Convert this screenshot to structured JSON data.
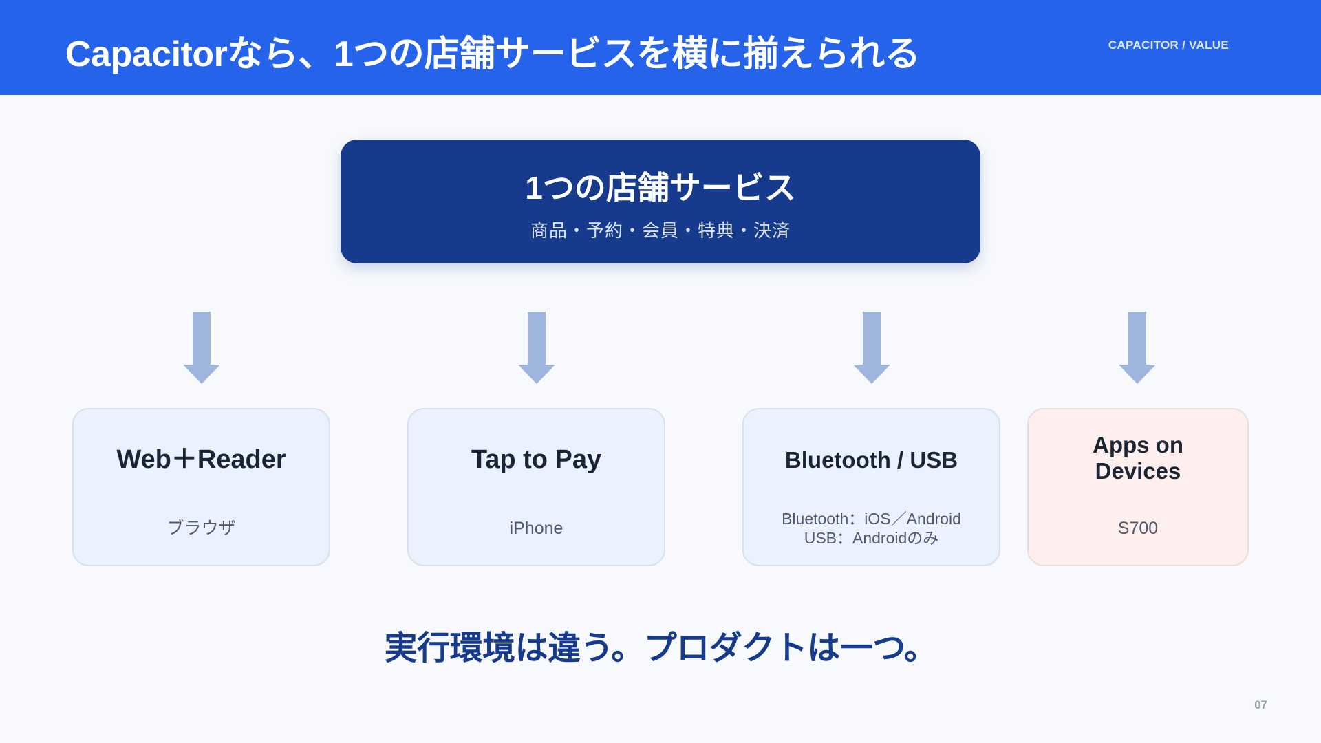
{
  "header": {
    "title": "Capacitorなら、1つの店舗サービスを横に揃えられる",
    "tag": "CAPACITOR / VALUE"
  },
  "core": {
    "title": "1つの店舗サービス",
    "subtitle": "商品・予約・会員・特典・決済"
  },
  "targets": [
    {
      "title": "Web＋Reader",
      "subtitle": "ブラウザ"
    },
    {
      "title": "Tap to Pay",
      "subtitle": "iPhone"
    },
    {
      "title": "Bluetooth / USB",
      "subtitle_lines": [
        "Bluetooth：iOS／Android",
        "USB：Androidのみ"
      ]
    },
    {
      "title_lines": [
        "Apps on",
        "Devices"
      ],
      "subtitle": "S700"
    }
  ],
  "tagline": "実行環境は違う。プロダクトは一つ。",
  "page_number": "07",
  "colors": {
    "header": "#2563eb",
    "core": "#163b8c",
    "arrow": "#9fb5dd",
    "card": "#e9f2fe",
    "card_highlight": "#feeeee",
    "tagline": "#163b8c"
  }
}
